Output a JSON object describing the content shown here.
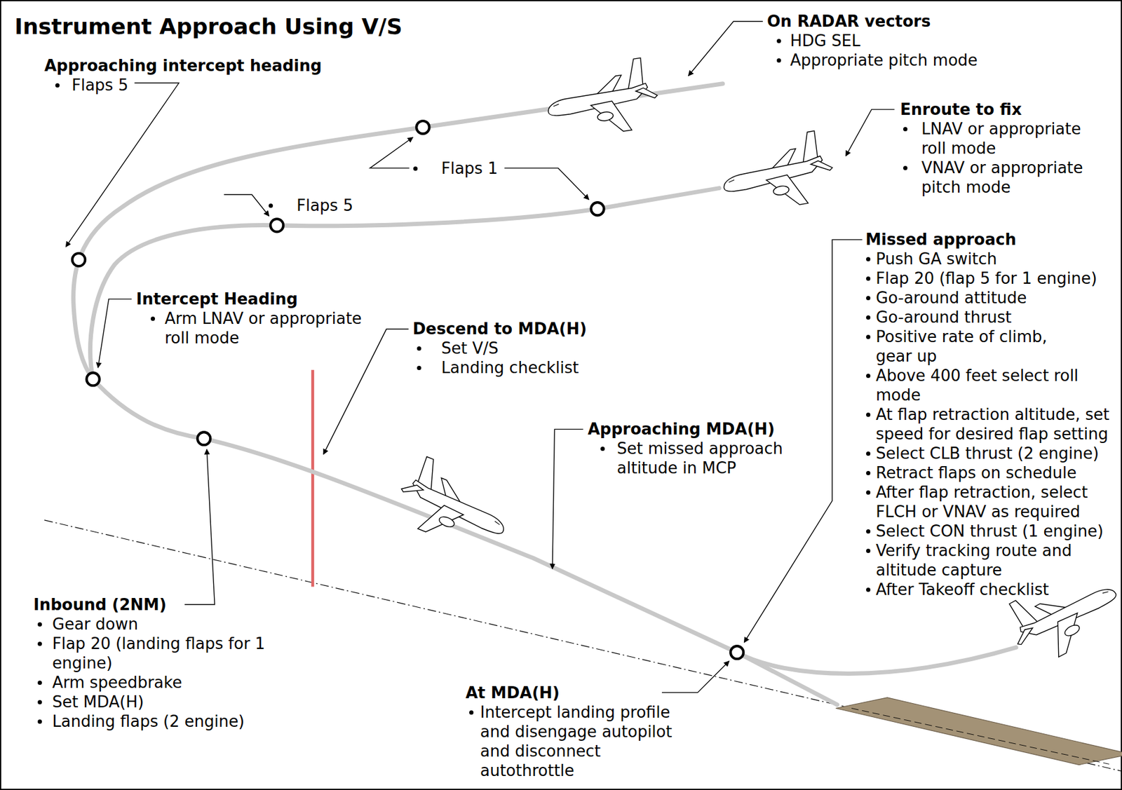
{
  "diagram": {
    "title": "Instrument Approach Using V/S",
    "labels": [
      "On RADAR vectors",
      "HDG SEL",
      "Appropriate pitch mode",
      "Approaching intercept heading",
      "Flaps 5",
      "Flaps 1",
      "Enroute to fix",
      "LNAV or appropriate roll mode",
      "VNAV or appropriate pitch mode",
      "Flaps 5",
      "Missed approach",
      "Push GA switch",
      "Flap 20 (flap 5 for 1 engine)",
      "Go-around attitude",
      "Go-around thrust",
      "Positive rate of climb, gear up",
      "Above 400 feet select roll mode",
      "At flap retraction altitude, set speed for desired flap setting",
      "Select CLB thrust (2 engine)",
      "Retract flaps on schedule",
      "After flap retraction, select FLCH or VNAV as required",
      "Select CON thrust (1 engine)",
      "Verify tracking route and altitude capture",
      "After Takeoff checklist",
      "Intercept Heading",
      "Arm LNAV or appropriate roll mode",
      "Descend to MDA(H)",
      "Set V/S",
      "Landing checklist",
      "Approaching MDA(H)",
      "Set missed approach altitude in MCP",
      "Inbound (2NM)",
      "Gear down",
      "Flap 20 (landing flaps for 1 engine)",
      "Arm speedbrake",
      "Set MDA(H)",
      "Landing flaps (2 engine)",
      "At MDA(H)",
      "Intercept landing profile and disengage autopilot and disconnect autothrottle"
    ]
  }
}
